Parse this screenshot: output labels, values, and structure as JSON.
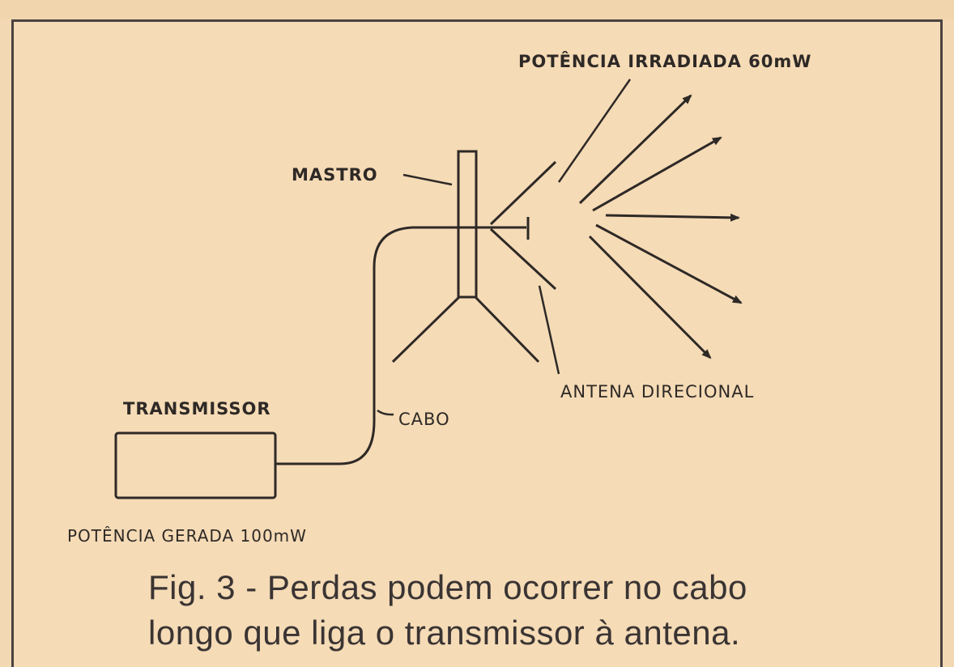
{
  "diagram": {
    "labels": {
      "radiated_power": "POTÊNCIA IRRADIADA 60mW",
      "mast": "MASTRO",
      "transmitter": "TRANSMISSOR",
      "cable": "CABO",
      "directional_antenna": "ANTENA DIRECIONAL",
      "generated_power": "POTÊNCIA GERADA 100mW"
    }
  },
  "caption": {
    "line1": "Fig. 3 - Perdas podem ocorrer no cabo",
    "line2": "longo que liga o transmissor à antena."
  },
  "colors": {
    "paper": "#f5dbb6",
    "ink": "#2e2926"
  }
}
